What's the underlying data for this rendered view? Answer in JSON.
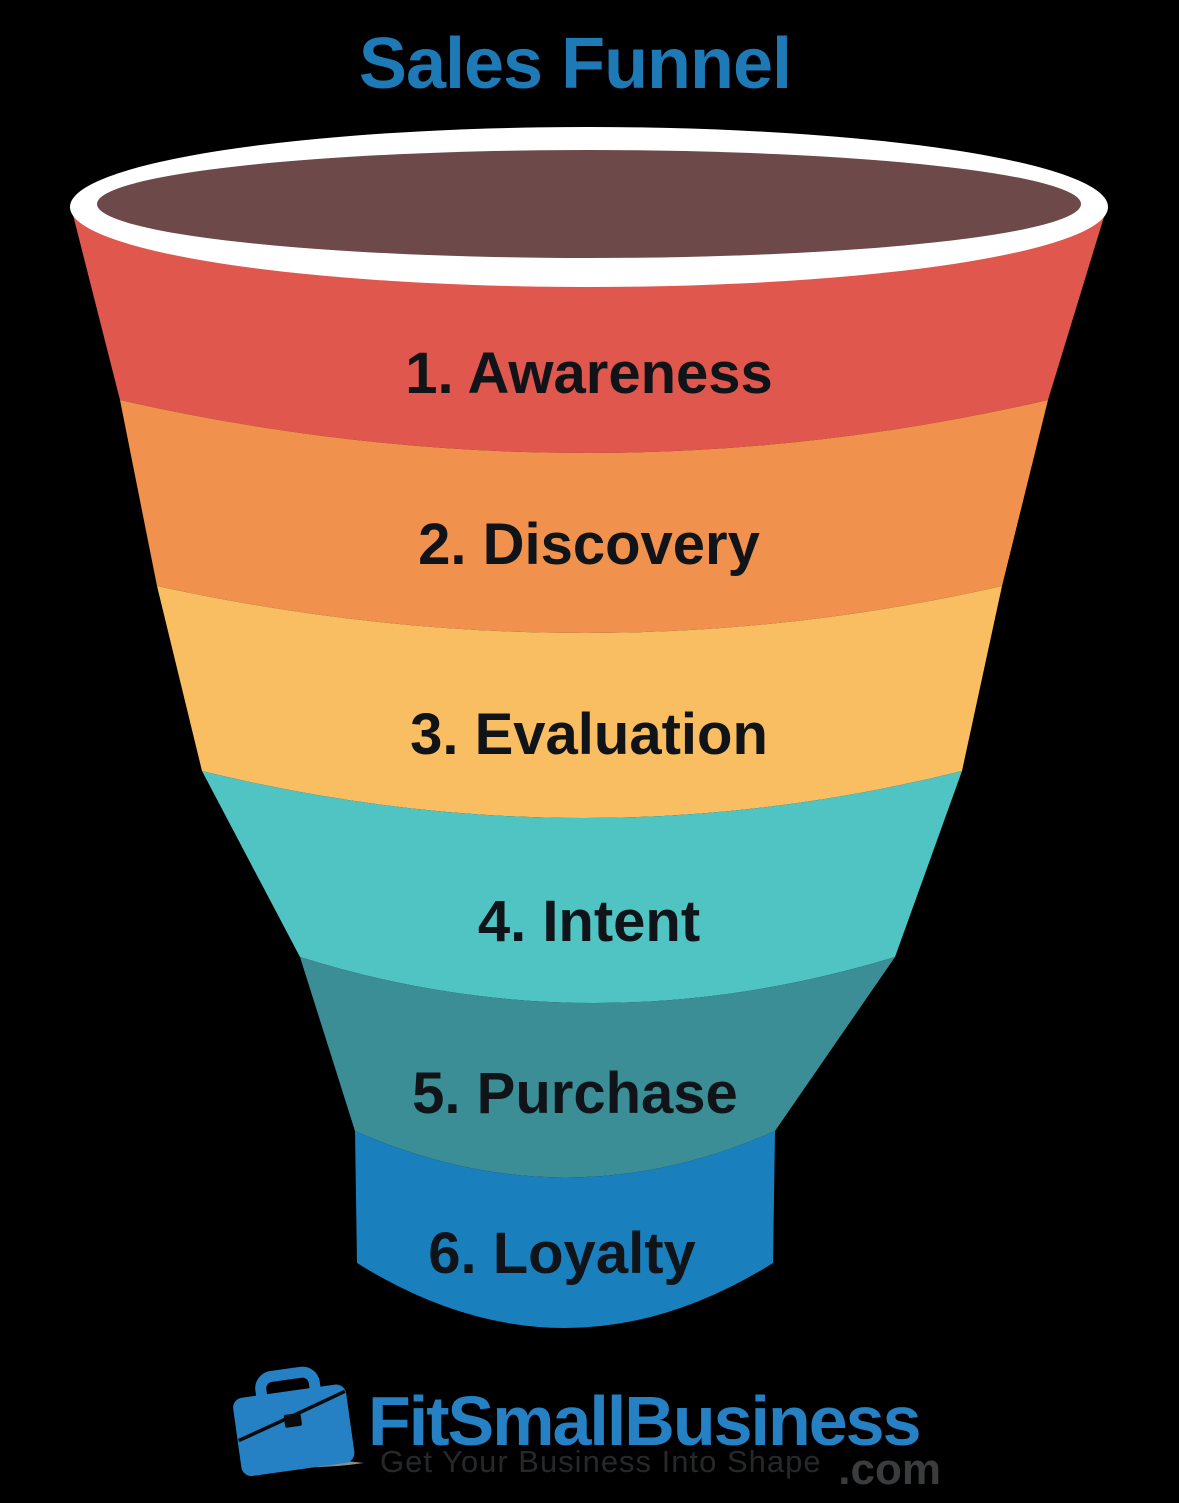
{
  "title": {
    "text": "Sales Funnel",
    "color": "#1d7ab7"
  },
  "funnel": {
    "rim_color": "#ffffff",
    "opening_color": "#6d4a49",
    "label_color": "#101418",
    "stages": [
      {
        "label": "1. Awareness",
        "color": "#e0574e"
      },
      {
        "label": "2. Discovery",
        "color": "#f0914d"
      },
      {
        "label": "3. Evaluation",
        "color": "#f9bd62"
      },
      {
        "label": "4. Intent",
        "color": "#50c4c3"
      },
      {
        "label": "5. Purchase",
        "color": "#3b8e96"
      },
      {
        "label": "6. Loyalty",
        "color": "#1980bd"
      }
    ]
  },
  "branding": {
    "icon": "briefcase",
    "logo_text": "FitSmallBusiness",
    "logo_suffix": ".com",
    "tagline": "Get Your Business Into Shape",
    "logo_color": "#2581c4",
    "suffix_color": "#3a3c3e",
    "tagline_color": "#26282a",
    "swoosh_color": "#8a8d8e",
    "clasp_color": "#0a0a0a"
  }
}
